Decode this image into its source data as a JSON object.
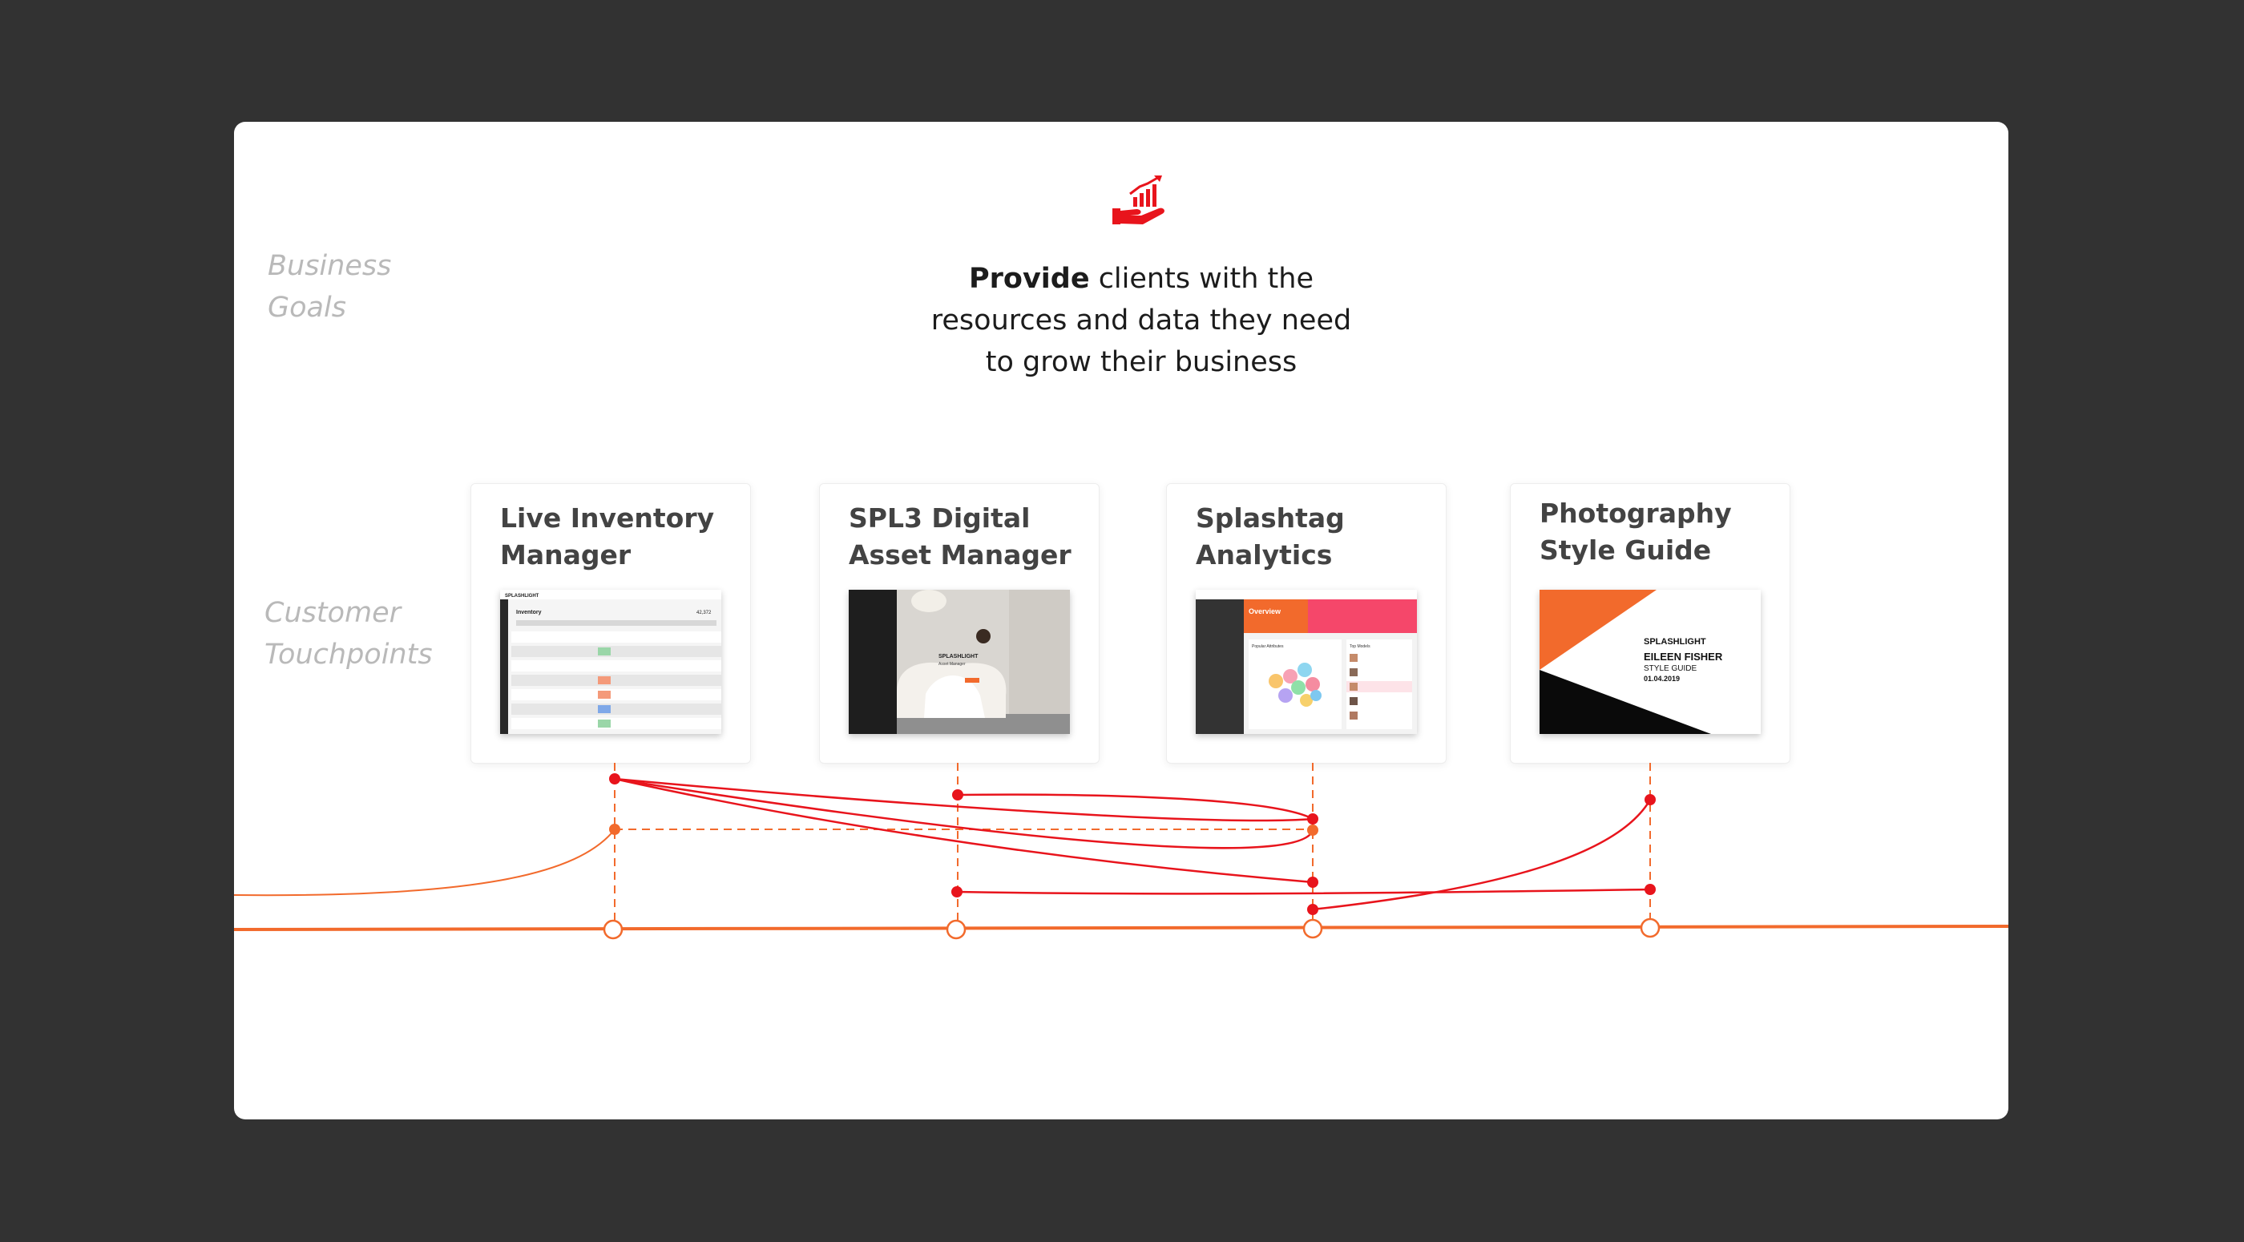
{
  "labels": {
    "business_goals": [
      "Business",
      "Goals"
    ],
    "customer_touchpoints": [
      "Customer",
      "Touchpoints"
    ]
  },
  "goal": {
    "icon": "hand-growth-chart-icon",
    "bold": "Provide",
    "line1_rest": " clients with the",
    "line2": "resources and data they need",
    "line3": "to grow their business"
  },
  "touchpoints": [
    {
      "title": [
        "Live Inventory",
        "Manager"
      ],
      "thumbnail": "inventory-screenshot",
      "thumb_text": {
        "brand": "SPLASHLIGHT",
        "heading": "Inventory",
        "count": "42,372"
      }
    },
    {
      "title": [
        "SPL3 Digital",
        "Asset Manager"
      ],
      "thumbnail": "asset-manager-screenshot",
      "thumb_text": {
        "brand": "SPLASHLIGHT",
        "subtitle": "Asset Manager"
      }
    },
    {
      "title": [
        "Splashtag",
        "Analytics"
      ],
      "thumbnail": "analytics-screenshot",
      "thumb_text": {
        "heading": "Overview",
        "panel1": "Popular Attributes",
        "panel2": "Top Models"
      }
    },
    {
      "title": [
        "Photography",
        "Style Guide"
      ],
      "thumbnail": "style-guide-screenshot",
      "thumb_text": {
        "brand": "SPLASHLIGHT",
        "client": "EILEEN FISHER",
        "doc": "STYLE GUIDE",
        "date": "01.04.2019"
      }
    }
  ],
  "colors": {
    "accent_red": "#e8141c",
    "accent_orange": "#f26a2c",
    "background": "#323232",
    "card_title": "#434343",
    "label_gray": "#b9b9b9"
  }
}
